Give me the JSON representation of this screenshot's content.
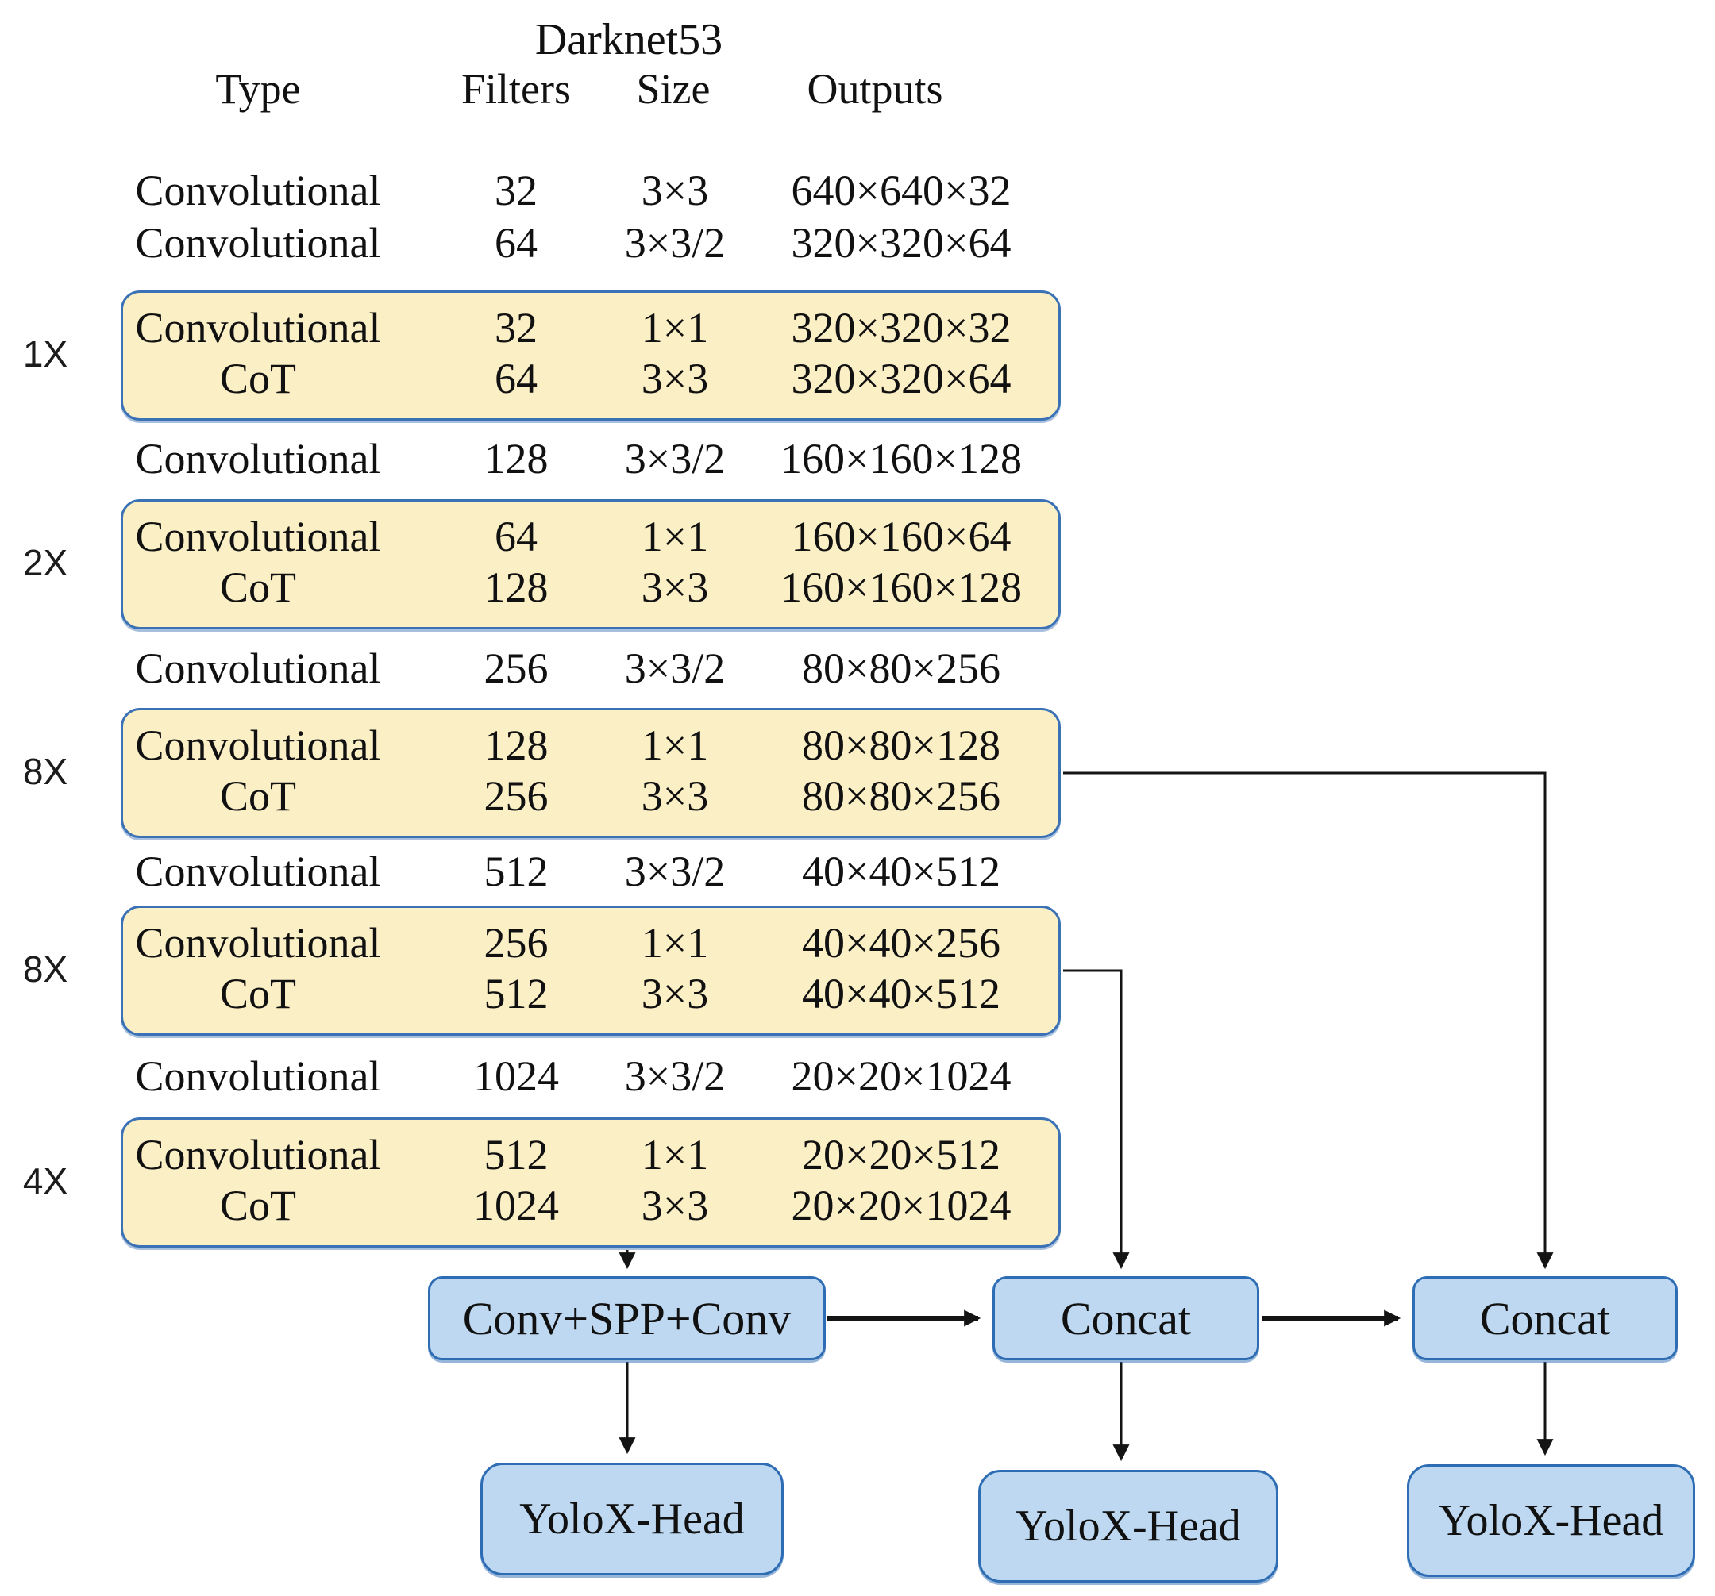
{
  "title": "Darknet53",
  "columns": [
    "Type",
    "Filters",
    "Size",
    "Outputs"
  ],
  "plain_rows": [
    [
      "Convolutional",
      "32",
      "3×3",
      "640×640×32"
    ],
    [
      "Convolutional",
      "64",
      "3×3/2",
      "320×320×64"
    ],
    [
      "Convolutional",
      "128",
      "3×3/2",
      "160×160×128"
    ],
    [
      "Convolutional",
      "256",
      "3×3/2",
      "80×80×256"
    ],
    [
      "Convolutional",
      "512",
      "3×3/2",
      "40×40×512"
    ],
    [
      "Convolutional",
      "1024",
      "3×3/2",
      "20×20×1024"
    ]
  ],
  "blocks": [
    {
      "label": "1X",
      "rows": [
        [
          "Convolutional",
          "32",
          "1×1",
          "320×320×32"
        ],
        [
          "CoT",
          "64",
          "3×3",
          "320×320×64"
        ]
      ]
    },
    {
      "label": "2X",
      "rows": [
        [
          "Convolutional",
          "64",
          "1×1",
          "160×160×64"
        ],
        [
          "CoT",
          "128",
          "3×3",
          "160×160×128"
        ]
      ]
    },
    {
      "label": "8X",
      "rows": [
        [
          "Convolutional",
          "128",
          "1×1",
          "80×80×128"
        ],
        [
          "CoT",
          "256",
          "3×3",
          "80×80×256"
        ]
      ]
    },
    {
      "label": "8X",
      "rows": [
        [
          "Convolutional",
          "256",
          "1×1",
          "40×40×256"
        ],
        [
          "CoT",
          "512",
          "3×3",
          "40×40×512"
        ]
      ]
    },
    {
      "label": "4X",
      "rows": [
        [
          "Convolutional",
          "512",
          "1×1",
          "20×20×512"
        ],
        [
          "CoT",
          "1024",
          "3×3",
          "20×20×1024"
        ]
      ]
    }
  ],
  "nodes": {
    "spp": "Conv+SPP+Conv",
    "concat_mid": "Concat",
    "concat_right": "Concat",
    "head_left": "YoloX-Head",
    "head_mid": "YoloX-Head",
    "head_right": "YoloX-Head"
  },
  "colors": {
    "block_fill": "#FBEFC6",
    "block_border": "#3B72B5",
    "node_fill": "#BDD8F0",
    "node_border": "#2E6DB4",
    "connector": "#141414",
    "text": "#111111"
  }
}
